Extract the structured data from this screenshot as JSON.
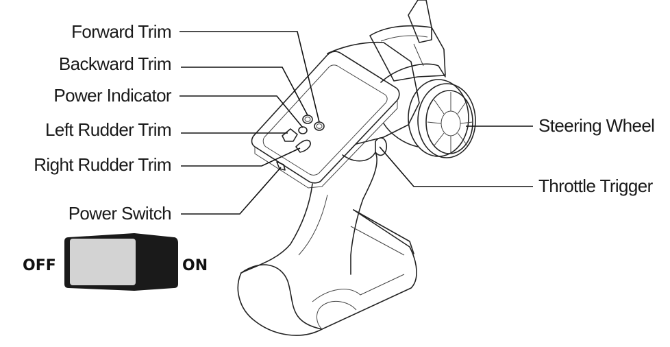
{
  "labels": {
    "forward_trim": "Forward Trim",
    "backward_trim": "Backward Trim",
    "power_indicator": "Power Indicator",
    "left_rudder_trim": "Left Rudder Trim",
    "right_rudder_trim": "Right Rudder Trim",
    "power_switch": "Power Switch",
    "steering_wheel": "Steering Wheel",
    "throttle_trigger": "Throttle Trigger"
  },
  "switch": {
    "off_label": "OFF",
    "on_label": "ON"
  },
  "colors": {
    "line": "#111111",
    "switch_body": "#1a1a1a",
    "switch_paddle": "#d3d3d3"
  }
}
